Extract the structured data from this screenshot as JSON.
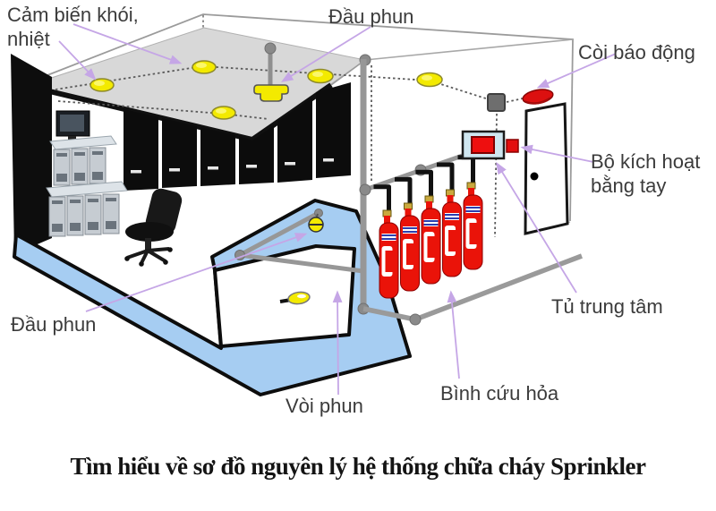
{
  "title": "Tìm hiểu về sơ đồ nguyên lý hệ thống chữa cháy Sprinkler",
  "labels": {
    "smoke_heat_sensor_line1": "Cảm biến  khói,",
    "smoke_heat_sensor_line2": "nhiệt",
    "sprinkler_head_top": "Đầu phun",
    "alarm_siren": "Còi báo động",
    "manual_trigger_line1": "Bộ kích hoạt",
    "manual_trigger_line2": "bằng tay",
    "control_cabinet": "Tủ trung tâm",
    "fire_extinguisher": "Bình cứu hỏa",
    "spray_nozzle": "Vòi phun",
    "sprinkler_head_left": "Đầu phun"
  },
  "colors": {
    "annotation_purple": "#c5a6e6",
    "ceiling_gray": "#d8d8d8",
    "raised_floor_blue": "#a6cdf2",
    "pipe_gray": "#979797",
    "sensor_yellow": "#f3ea00",
    "extinguisher_red": "#ea1309",
    "siren_red": "#dc1010",
    "panel_screen_red": "#ee0f0f",
    "panel_body_blue": "#cfe6f0",
    "wall_black": "#0d0d0d"
  },
  "icons": {
    "smoke_sensor": "yellow-dome-sensor-icon",
    "sprinkler": "yellow-sprinkler-head-icon",
    "siren": "red-horn-icon",
    "extinguisher": "red-cylinder-icon",
    "control_panel": "red-screen-panel-icon",
    "manual_button": "red-square-button-icon",
    "door": "door-outline-icon"
  }
}
